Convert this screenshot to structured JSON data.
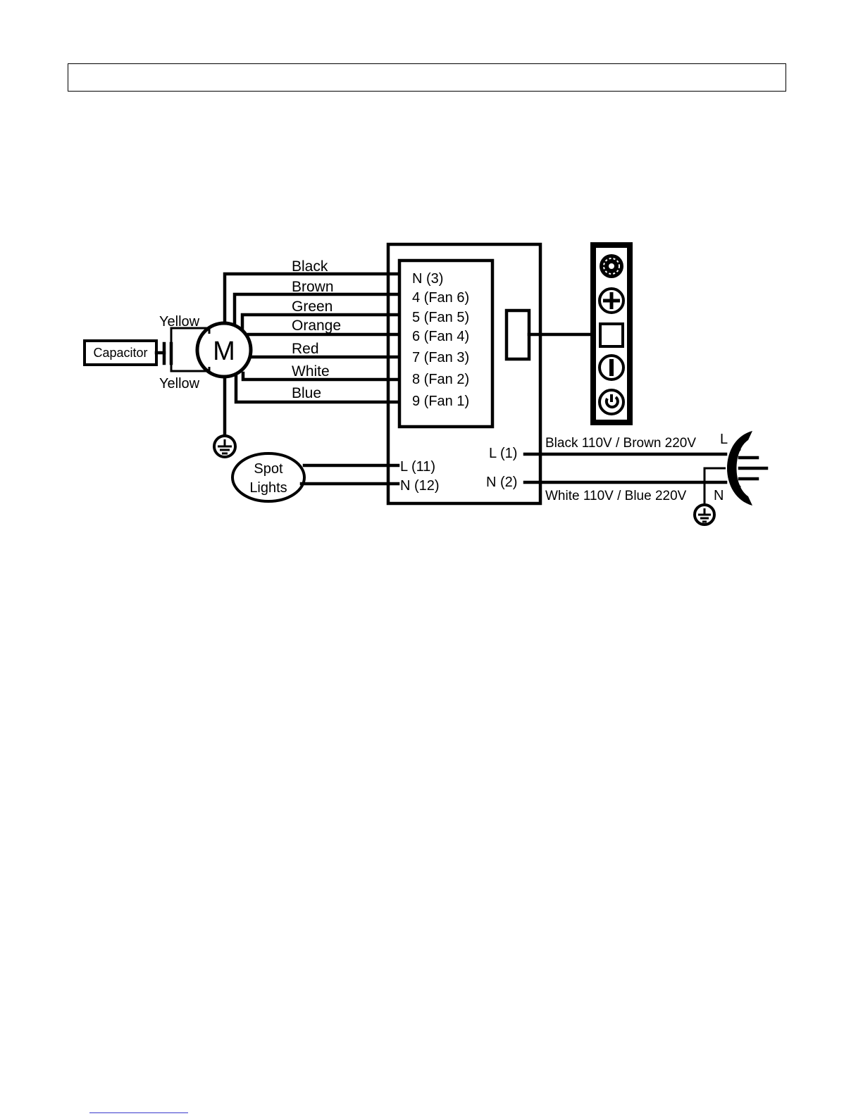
{
  "header": {
    "title": ""
  },
  "diagram": {
    "motor": "M",
    "capacitor": "Capacitor",
    "capacitor_leads": {
      "top": "Yellow",
      "bottom": "Yellow"
    },
    "motor_wires": [
      {
        "color": "Black",
        "terminal": "N (3)"
      },
      {
        "color": "Brown",
        "terminal": "4 (Fan 6)"
      },
      {
        "color": "Green",
        "terminal": "5 (Fan 5)"
      },
      {
        "color": "Orange",
        "terminal": "6 (Fan 4)"
      },
      {
        "color": "Red",
        "terminal": "7 (Fan 3)"
      },
      {
        "color": "White",
        "terminal": "8 (Fan 2)"
      },
      {
        "color": "Blue",
        "terminal": "9 (Fan 1)"
      }
    ],
    "spot_lights": {
      "line1": "Spot",
      "line2": "Lights"
    },
    "light_terminals": {
      "live": "L (11)",
      "neutral": "N (12)"
    },
    "power_terminals": {
      "live": "L (1)",
      "neutral": "N (2)"
    },
    "supply": {
      "live_wire": "Black 110V / Brown 220V",
      "neutral_wire": "White 110V / Blue 220V",
      "plug_live": "L",
      "plug_neutral": "N"
    },
    "control_panel_icons": [
      "fan-speed-icon",
      "plus-icon",
      "stop-icon",
      "minus-icon",
      "power-icon"
    ]
  }
}
